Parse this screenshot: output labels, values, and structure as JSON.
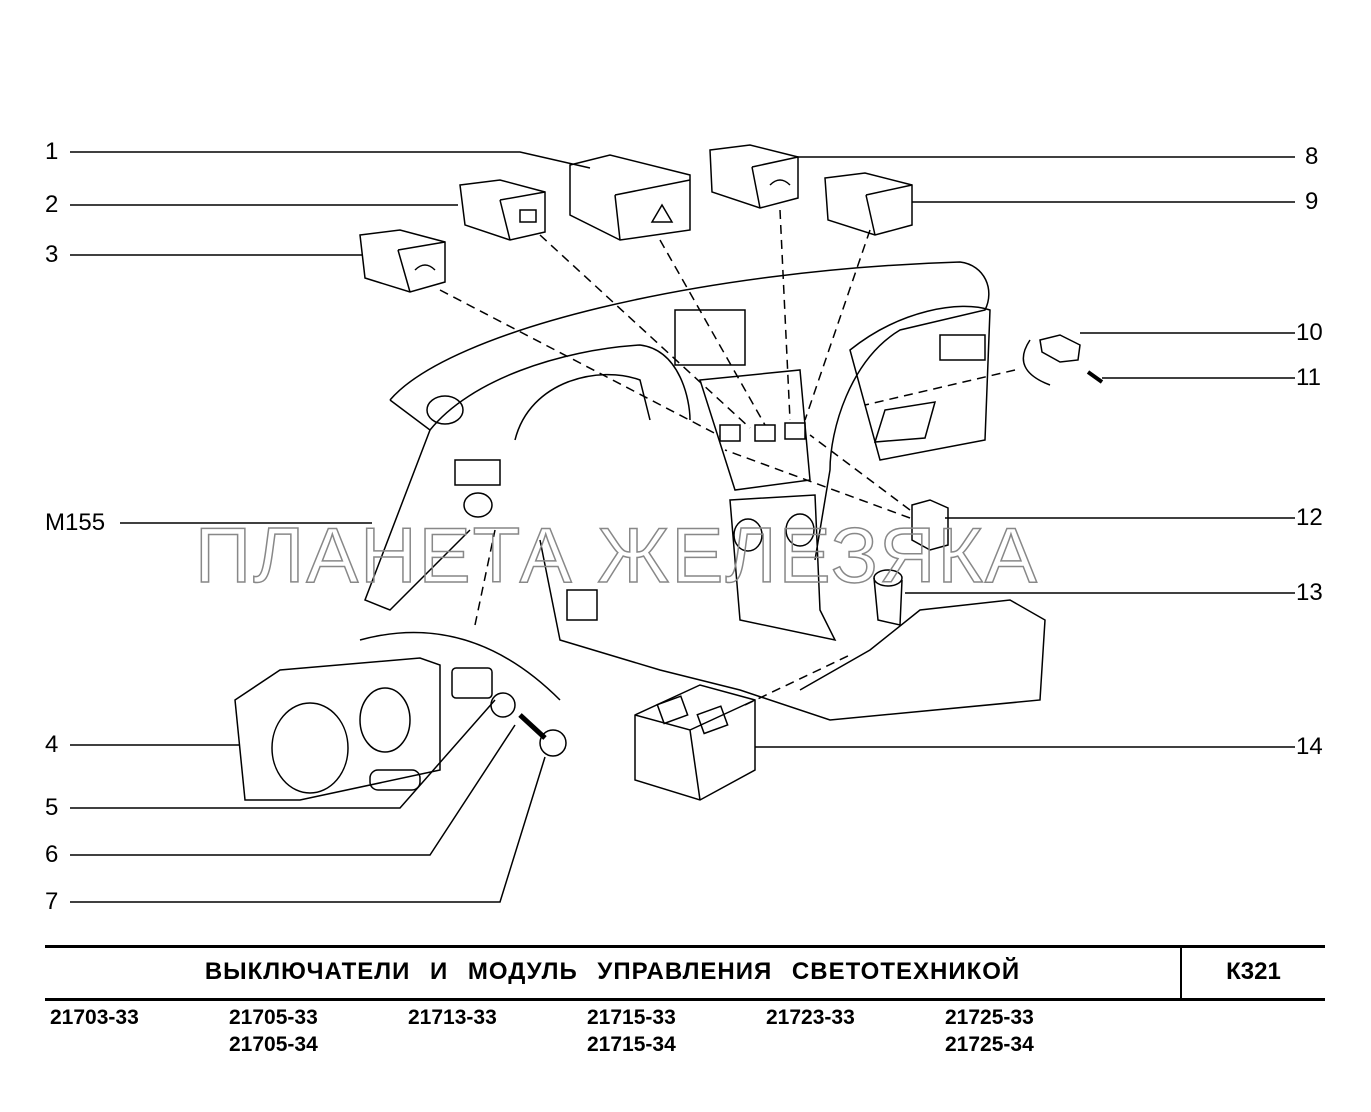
{
  "callouts": {
    "c1": "1",
    "c2": "2",
    "c3": "3",
    "m155": "M155",
    "c4": "4",
    "c5": "5",
    "c6": "6",
    "c7": "7",
    "c8": "8",
    "c9": "9",
    "c10": "10",
    "c11": "11",
    "c12": "12",
    "c13": "13",
    "c14": "14"
  },
  "watermark": "ПЛАНЕТА ЖЕЛЕЗЯКА",
  "title_block": {
    "title": "ВЫКЛЮЧАТЕЛИ И МОДУЛЬ УПРАВЛЕНИЯ СВЕТОТЕХНИКОЙ",
    "code": "К321"
  },
  "models": [
    [
      "21703-33"
    ],
    [
      "21705-33",
      "21705-34"
    ],
    [
      "21713-33"
    ],
    [
      "21715-33",
      "21715-34"
    ],
    [
      "21723-33"
    ],
    [
      "21725-33",
      "21725-34"
    ]
  ]
}
